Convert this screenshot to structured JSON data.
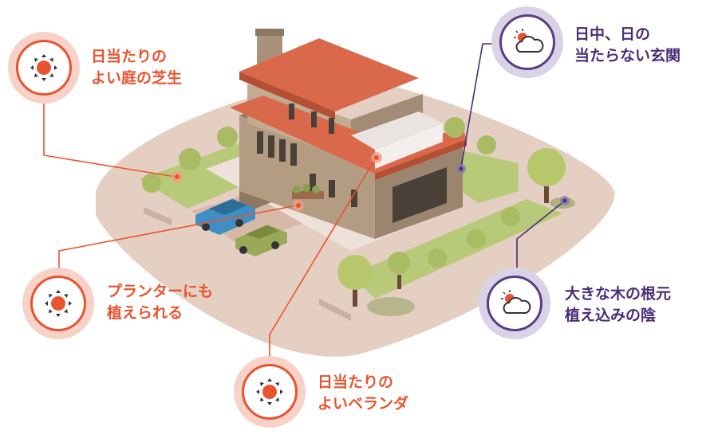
{
  "colors": {
    "sun_accent": "#e8542f",
    "shade_accent": "#4a2d78",
    "roof": "#d9694a",
    "wall": "#b39c82",
    "lawn": "#b8c97a",
    "ground": "#e5cfc3"
  },
  "callouts": {
    "sunny_garden": {
      "icon": "sun-icon",
      "lines": [
        "日当たりの",
        "よい庭の芝生"
      ]
    },
    "planter": {
      "icon": "sun-icon",
      "lines": [
        "プランターにも",
        "植えられる"
      ]
    },
    "veranda": {
      "icon": "sun-icon",
      "lines": [
        "日当たりの",
        "よいベランダ"
      ]
    },
    "entrance": {
      "icon": "cloud-sun-icon",
      "lines": [
        "日中、日の",
        "当たらない玄関"
      ]
    },
    "tree_base": {
      "icon": "cloud-sun-icon",
      "lines": [
        "大きな木の根元",
        "植え込みの陰"
      ]
    }
  }
}
